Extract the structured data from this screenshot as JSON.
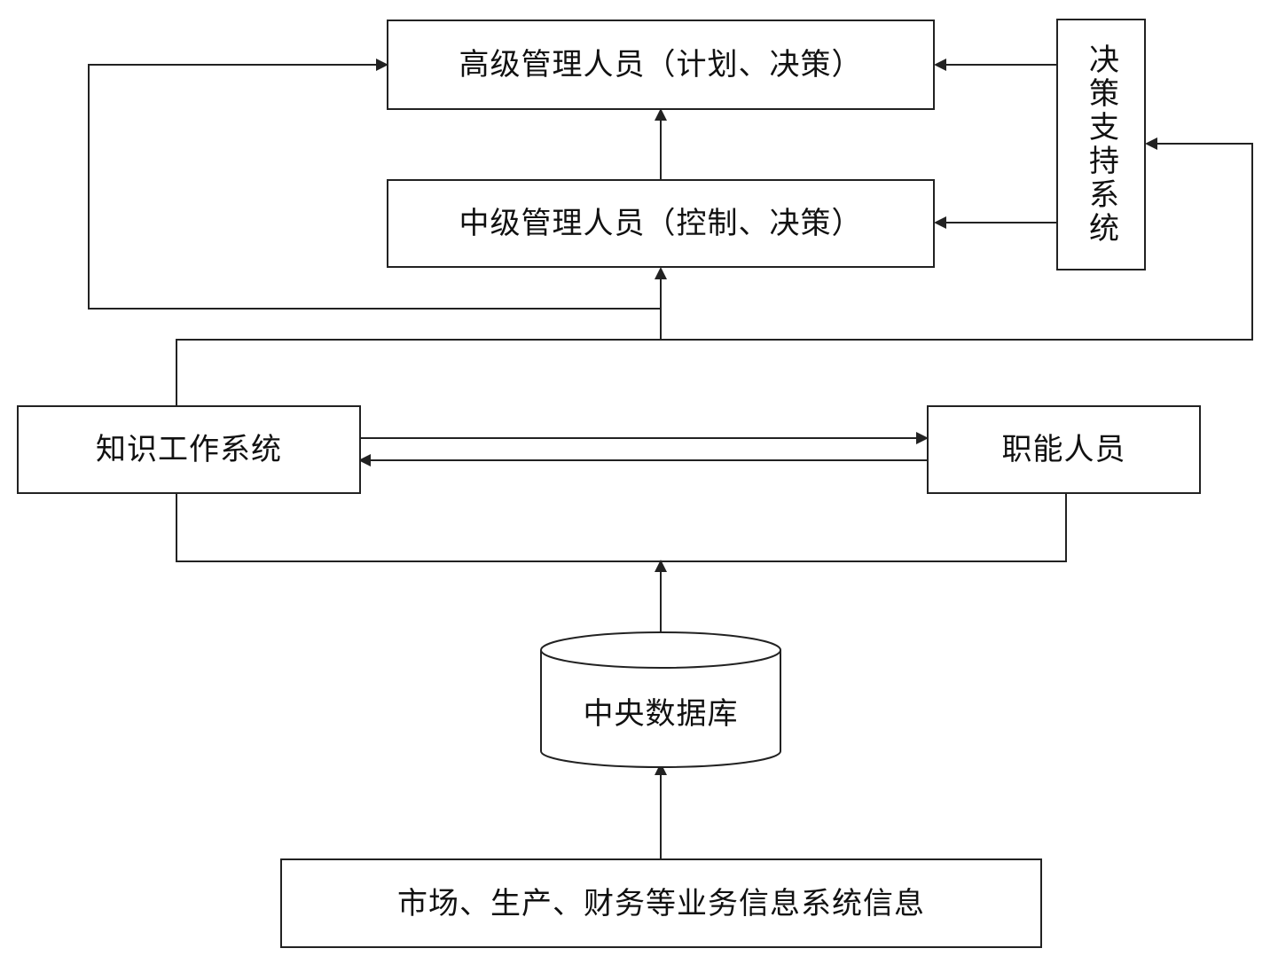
{
  "nodes": {
    "senior_management": "高级管理人员（计划、决策）",
    "middle_management": "中级管理人员（控制、决策）",
    "decision_support": "决策支持系统",
    "knowledge_work": "知识工作系统",
    "functional_staff": "职能人员",
    "central_database": "中央数据库",
    "business_info": "市场、生产、财务等业务信息系统信息"
  },
  "colors": {
    "line": "#222222",
    "background": "#ffffff"
  }
}
